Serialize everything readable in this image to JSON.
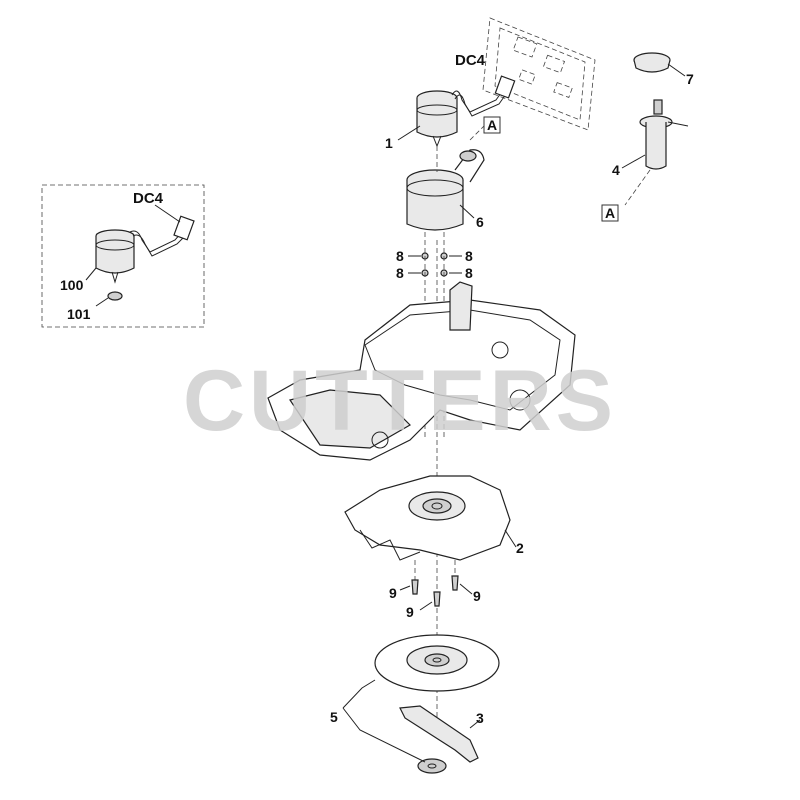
{
  "watermark": "CUTTERS",
  "callouts": {
    "c1": "1",
    "c2": "2",
    "c3": "3",
    "c4": "4",
    "c5": "5",
    "c6": "6",
    "c7": "7",
    "c8a": "8",
    "c8b": "8",
    "c8c": "8",
    "c8d": "8",
    "c9a": "9",
    "c9b": "9",
    "c9c": "9",
    "c100": "100",
    "c101": "101",
    "dc4_main": "DC4",
    "dc4_inset": "DC4",
    "refA_top": "A",
    "refA_right": "A"
  }
}
